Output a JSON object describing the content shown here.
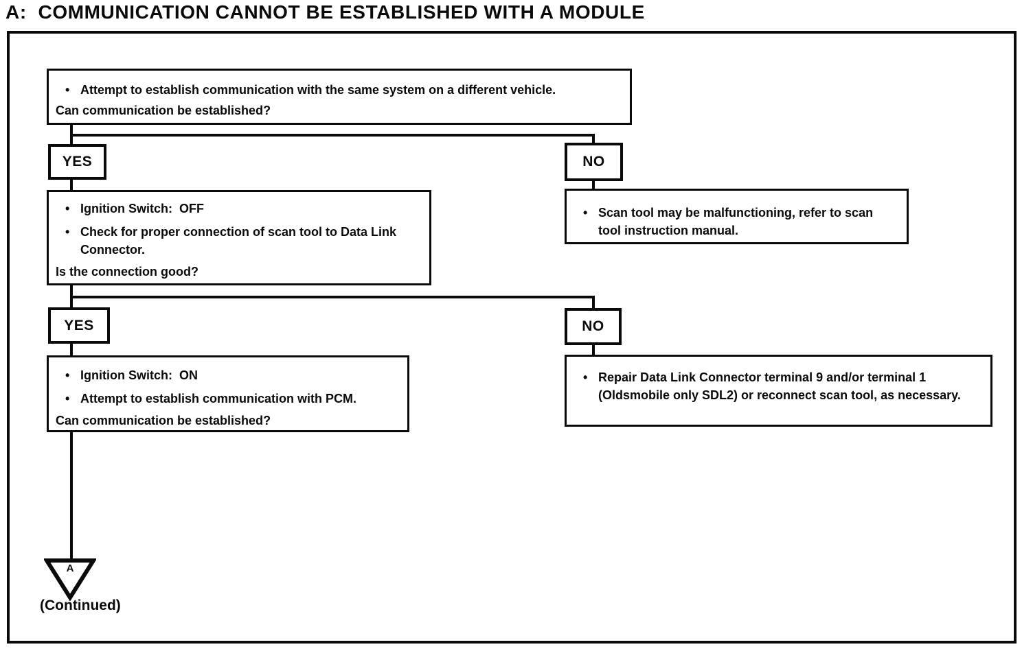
{
  "title": "A:  COMMUNICATION CANNOT BE ESTABLISHED WITH A MODULE",
  "glyphs": {
    "bullet": "•"
  },
  "colors": {
    "ink": "#0a0a0a",
    "paper": "#ffffff"
  },
  "flowchart": {
    "step1": {
      "bullet1": "Attempt to establish communication with the same system on a different vehicle.",
      "question": "Can communication be established?"
    },
    "branch1": {
      "yes": "YES",
      "no": "NO"
    },
    "step2_yes": {
      "bullet1": "Ignition Switch:  OFF",
      "bullet2": "Check for proper connection of scan tool to Data Link Connector.",
      "question": "Is the connection good?"
    },
    "step2_no": {
      "bullet1": "Scan tool may be malfunctioning, refer to scan tool instruction manual."
    },
    "branch2": {
      "yes": "YES",
      "no": "NO"
    },
    "step3_yes": {
      "bullet1": "Ignition Switch:  ON",
      "bullet2": "Attempt to establish communication with PCM.",
      "question": "Can communication be established?"
    },
    "step3_no": {
      "bullet1": "Repair Data Link Connector terminal 9 and/or terminal 1 (Oldsmobile only SDL2) or reconnect scan tool, as necessary."
    },
    "offpage_connector": {
      "label": "A",
      "caption": "(Continued)"
    }
  }
}
